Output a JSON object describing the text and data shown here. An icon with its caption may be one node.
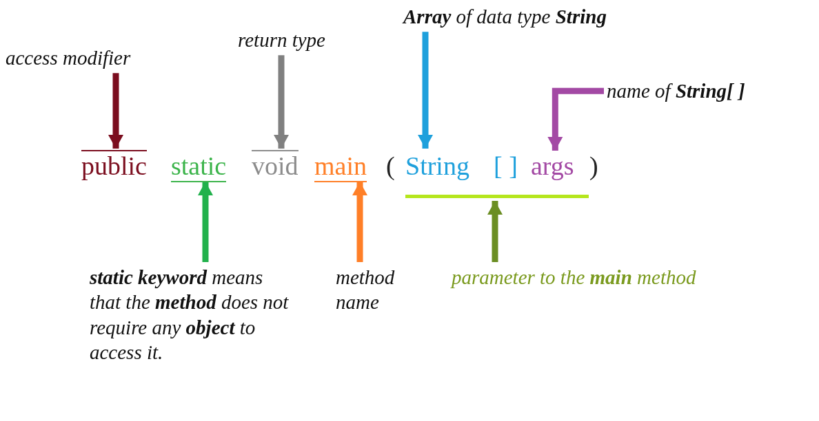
{
  "diagram": {
    "nodes": [
      {
        "text": [
          "access modifier"
        ]
      },
      {
        "text": [
          "return type"
        ]
      },
      {
        "text": [
          "**Array** of data type **String**"
        ]
      },
      {
        "text": [
          "name of **String[ ]**"
        ]
      },
      {
        "text": [
          "public"
        ]
      },
      {
        "text": [
          "static"
        ]
      },
      {
        "text": [
          "void"
        ]
      },
      {
        "text": [
          "main"
        ]
      },
      {
        "text": [
          "String"
        ]
      },
      {
        "text": [
          "[ ]"
        ]
      },
      {
        "text": [
          "args"
        ]
      },
      {
        "text": [
          "**static keyword** means that the **method** does not require any **object** to access it."
        ]
      },
      {
        "text": [
          "method name"
        ]
      },
      {
        "text": [
          "parameter to the **main** method"
        ]
      },
      {
        "text": [],
        "shape": "bar"
      }
    ],
    "edges": [
      {
        "from": 0,
        "to": 4,
        "arrow": "to",
        "color": "#7b0d1e"
      },
      {
        "from": 1,
        "to": 6,
        "arrow": "to",
        "color": "#808080"
      },
      {
        "from": 2,
        "to": 8,
        "arrow": "to",
        "color": "#1ea0dc"
      },
      {
        "from": 3,
        "to": 10,
        "arrow": "to",
        "color": "#a349a4"
      },
      {
        "from": 11,
        "to": 5,
        "arrow": "to",
        "color": "#22b14c"
      },
      {
        "from": 12,
        "to": 7,
        "arrow": "to",
        "color": "#ff7f27"
      },
      {
        "from": 13,
        "to": 14,
        "arrow": "to",
        "color": "#6b8e23"
      }
    ],
    "labels": [
      "(",
      ")"
    ]
  }
}
